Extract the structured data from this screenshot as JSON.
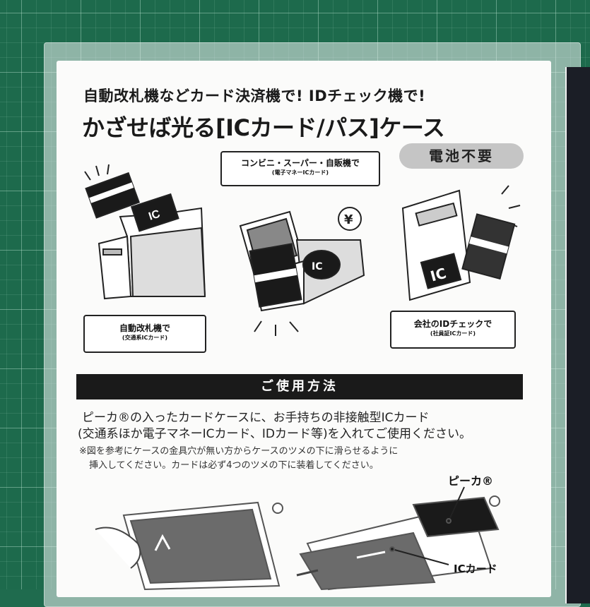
{
  "package": {
    "subtitle": "自動改札機などカード決済機で! IDチェック機で!",
    "title": "かざせば光る[ICカード/パス]ケース",
    "battery_badge": "電池不要"
  },
  "illustrations": {
    "conbini_bubble": {
      "line1": "コンビニ・スーパー・自販機で",
      "line2": "(電子マネーICカード)"
    },
    "gate_bubble": {
      "line1": "自動改札機で",
      "line2": "(交通系ICカード)"
    },
    "id_bubble": {
      "line1": "会社のIDチェックで",
      "line2": "(社員証ICカード)"
    },
    "card_mark": "IC",
    "yen_mark": "¥"
  },
  "usage": {
    "heading": "ご使用方法",
    "body_line1": "ピーカ®の入ったカードケースに、お手持ちの非接触型ICカード",
    "body_line2": "(交通系ほか電子マネーICカード、IDカード等)を入れてご使用ください。",
    "note_line1": "※図を参考にケースの金具穴が無い方からケースのツメの下に滑らせるように",
    "note_line2": "挿入してください。カードは必ず4つのツメの下に装着してください。",
    "label_pika": "ピーカ®",
    "label_ic": "ICカード"
  },
  "colors": {
    "mat": "#1d6a4c",
    "card": "#fbfbfa",
    "heading_bar": "#1a1a1a",
    "badge": "#c5c5c5"
  }
}
